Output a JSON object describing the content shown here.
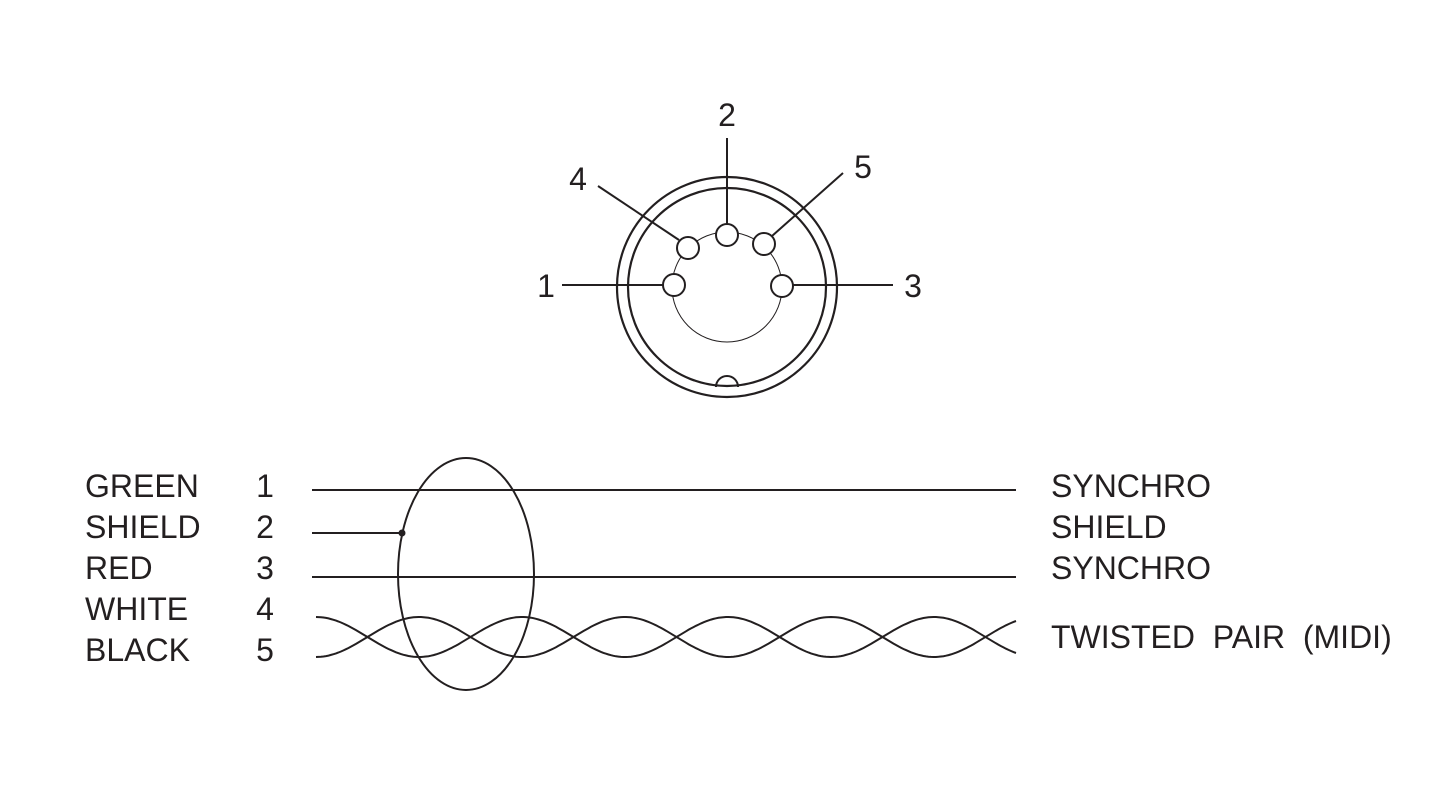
{
  "connector": {
    "pin_labels": [
      "1",
      "2",
      "3",
      "4",
      "5"
    ]
  },
  "wiring": {
    "left_colors": [
      "GREEN",
      "SHIELD",
      "RED",
      "WHITE",
      "BLACK"
    ],
    "left_pins": [
      "1",
      "2",
      "3",
      "4",
      "5"
    ],
    "right_labels": [
      "SYNCHRO",
      "SHIELD",
      "SYNCHRO",
      "TWISTED  PAIR  (MIDI)"
    ]
  },
  "colors": {
    "ink": "#231f20",
    "background": "#ffffff"
  }
}
